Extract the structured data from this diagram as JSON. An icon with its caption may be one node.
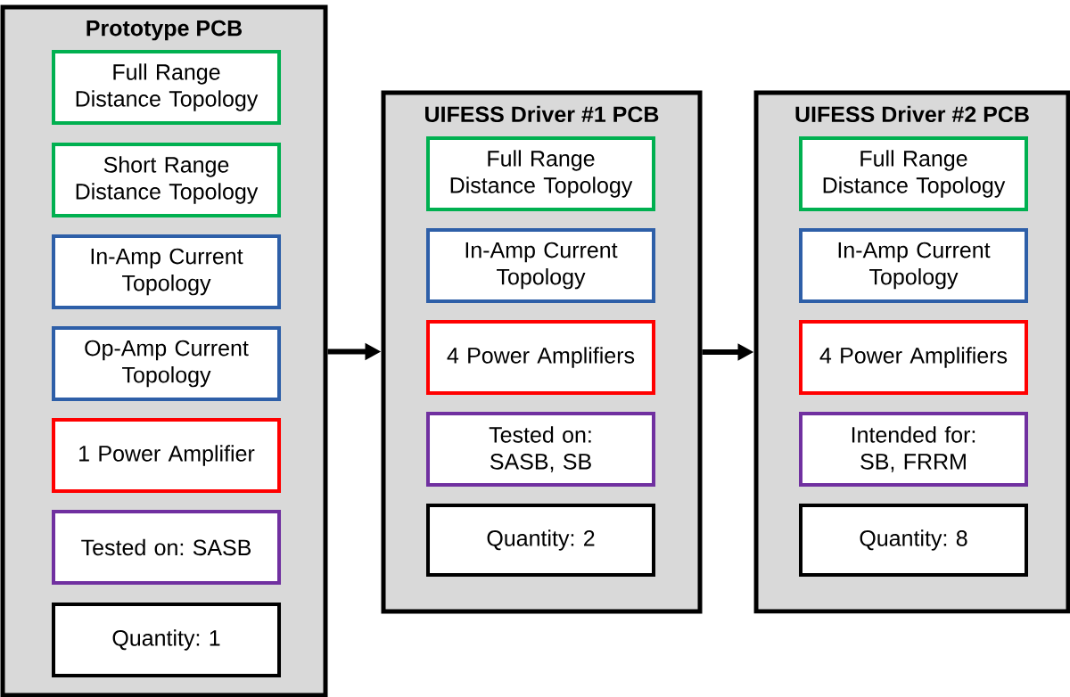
{
  "diagram": {
    "nodes": [
      {
        "text": [
          "Prototype PCB"
        ]
      },
      {
        "text": [
          "Full Range Distance Topology"
        ],
        "in": 0
      },
      {
        "text": [
          "Short Range Distance Topology"
        ],
        "in": 0
      },
      {
        "text": [
          "In-Amp Current Topology"
        ],
        "in": 0
      },
      {
        "text": [
          "Op-Amp Current Topology"
        ],
        "in": 0
      },
      {
        "text": [
          "1 Power Amplifier"
        ],
        "in": 0
      },
      {
        "text": [
          "Tested on: SASB"
        ],
        "in": 0
      },
      {
        "text": [
          "Quantity: 1"
        ],
        "in": 0
      },
      {
        "text": [
          "UIFESS Driver #1 PCB"
        ]
      },
      {
        "text": [
          "Full Range Distance Topology"
        ],
        "in": 8
      },
      {
        "text": [
          "In-Amp Current Topology"
        ],
        "in": 8
      },
      {
        "text": [
          "4 Power Amplifiers"
        ],
        "in": 8
      },
      {
        "text": [
          "Tested on: SASB, SB"
        ],
        "in": 8
      },
      {
        "text": [
          "Quantity: 2"
        ],
        "in": 8
      },
      {
        "text": [
          "UIFESS Driver #2 PCB"
        ]
      },
      {
        "text": [
          "Full Range Distance Topology"
        ],
        "in": 14
      },
      {
        "text": [
          "In-Amp Current Topology"
        ],
        "in": 14
      },
      {
        "text": [
          "4 Power Amplifiers"
        ],
        "in": 14
      },
      {
        "text": [
          "Intended for: SB, FRRM"
        ],
        "in": 14
      },
      {
        "text": [
          "Quantity: 8"
        ],
        "in": 14
      }
    ],
    "edges": [
      {
        "from": 0,
        "to": 8,
        "arrow": "to"
      },
      {
        "from": 8,
        "to": 14,
        "arrow": "to"
      }
    ]
  }
}
